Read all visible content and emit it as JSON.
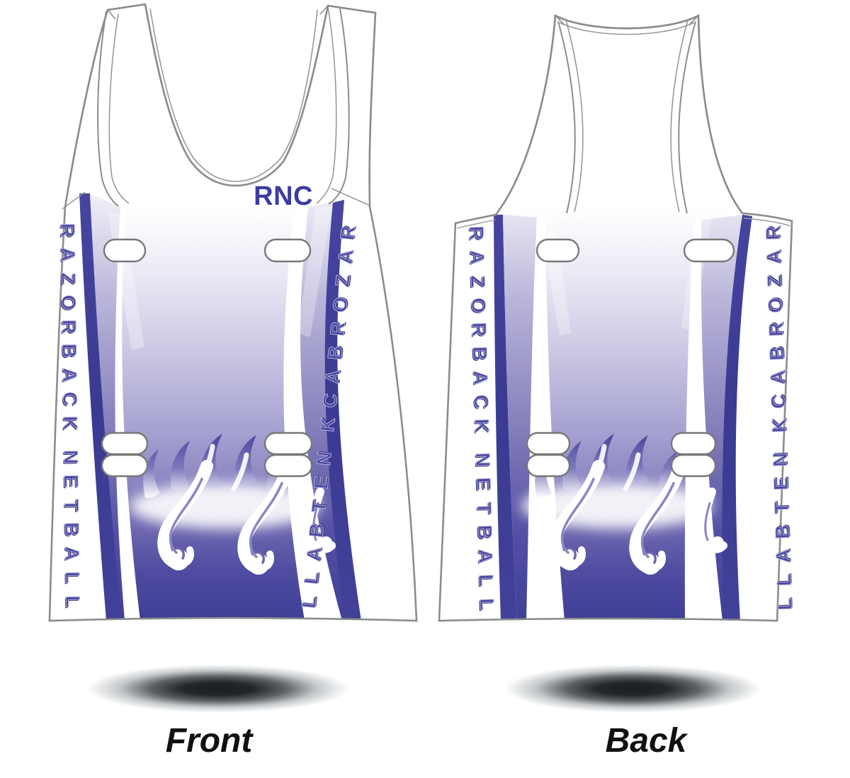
{
  "product": {
    "club_initials": "RNC",
    "team_name": "RAZORBACK NETBALL"
  },
  "views": {
    "front": {
      "label": "Front"
    },
    "back": {
      "label": "Back"
    }
  },
  "colors": {
    "logo_blue": "#3c3ba0",
    "letter_blue": "#4a48a3",
    "letter_outline": "#b4b1d8",
    "letter_shadow": "#35347e",
    "stripe_dark": "#3b3a92",
    "gradient_deep": "#3f3e96",
    "gradient_mid": "#7d77b7",
    "gradient_light": "#cac7e3",
    "outline_gray": "#8c8c8c",
    "label_black": "#111111"
  }
}
